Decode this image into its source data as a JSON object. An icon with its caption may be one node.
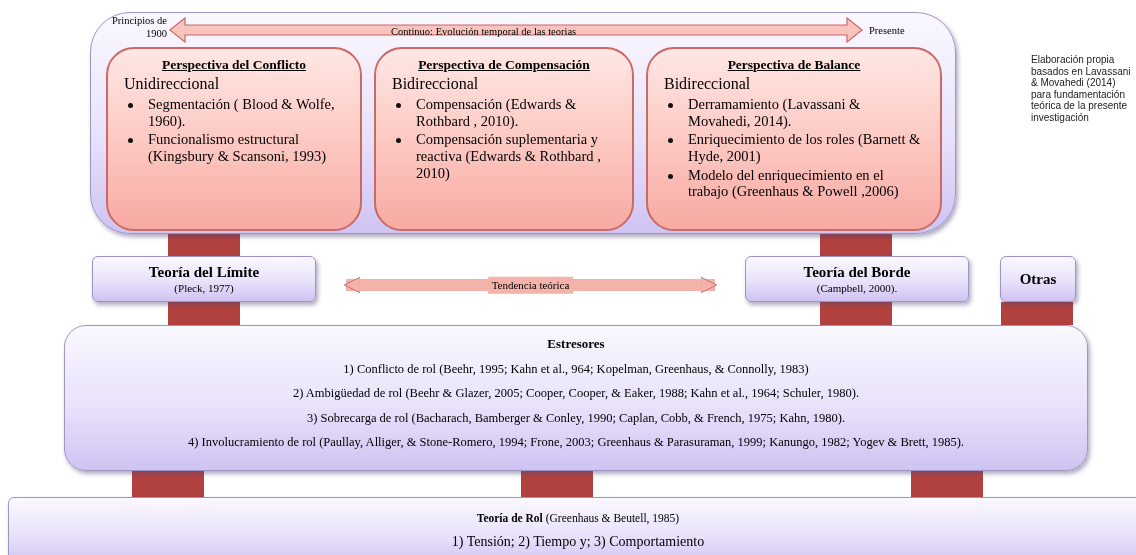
{
  "diagram": {
    "nodes": [
      {
        "text": [],
        "shape": "box"
      },
      {
        "text": [
          "Perspectiva del Conflicto",
          "Unidireccional",
          "Segmentación ( Blood & Wolfe, 1960).",
          "Funcionalismo estructural (Kingsbury & Scansoni, 1993)"
        ],
        "in": 0
      },
      {
        "text": [
          "Perspectiva de Compensación",
          "Bidireccional",
          "Compensación (Edwards & Rothbard , 2010).",
          "Compensación suplementaria y reactiva (Edwards & Rothbard , 2010)"
        ],
        "in": 0
      },
      {
        "text": [
          "Perspectiva de Balance",
          "Bidireccional",
          "Derramamiento (Lavassani & Movahedi, 2014).",
          "Enriquecimiento de los roles (Barnett & Hyde, 2001)",
          "Modelo del enriquecimiento en el trabajo (Greenhaus & Powell ,2006)"
        ],
        "in": 0
      },
      {
        "text": [
          "Teoría del Límite",
          "(Pleck, 1977)"
        ]
      },
      {
        "text": [
          "Teoría del Borde",
          "(Campbell, 2000)."
        ]
      },
      {
        "text": [
          "Otras"
        ]
      },
      {
        "text": [
          "Estresores",
          "1) Conflicto de rol (Beehr, 1995; Kahn et al., 964; Kopelman, Greenhaus, & Connolly, 1983)",
          "2) Ambigüedad de rol (Beehr & Glazer, 2005; Cooper, Cooper, & Eaker, 1988; Kahn et al., 1964; Schuler, 1980).",
          "3) Sobrecarga de rol (Bacharach, Bamberger & Conley, 1990; Caplan, Cobb, & French, 1975; Kahn, 1980).",
          "4) Involucramiento de rol (Paullay, Alliger, & Stone-Romero, 1994; Frone, 2003; Greenhaus & Parasuraman, 1999; Kanungo, 1982; Yogev & Brett, 1985)."
        ]
      },
      {
        "text": [
          "**Teoría de Rol** (Greenhaus & Beutell, 1985)",
          "1) Tensión; 2) Tiempo y; 3) Comportamiento"
        ]
      }
    ],
    "edges": [
      {
        "from": 0,
        "to": 4,
        "arrow": "none"
      },
      {
        "from": 0,
        "to": 5,
        "arrow": "none"
      },
      {
        "from": 4,
        "to": 5,
        "arrow": "both",
        "label": "Tendencia teórica",
        "color": "#f4b3aa"
      },
      {
        "from": 4,
        "to": 7,
        "arrow": "none"
      },
      {
        "from": 5,
        "to": 7,
        "arrow": "none"
      },
      {
        "from": 6,
        "to": 7,
        "arrow": "none"
      },
      {
        "from": 7,
        "to": 8,
        "arrow": "none"
      },
      {
        "from": 7,
        "to": 8,
        "arrow": "none"
      },
      {
        "from": 7,
        "to": 8,
        "arrow": "none"
      }
    ],
    "labels": [
      "Principios de 1900",
      "Continuo: Evolución temporal de las teorias",
      "Presente",
      "Elaboración propia basados en Lavassani & Movahedi (2014) para fundamentación teórica de la presente investigación"
    ]
  }
}
